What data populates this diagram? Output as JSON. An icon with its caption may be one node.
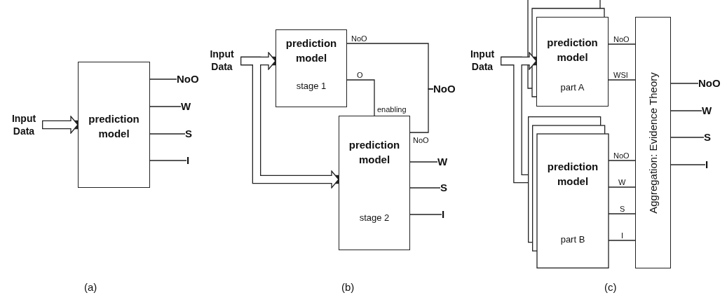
{
  "diagram": {
    "nodes": [
      {
        "text": [
          "Input Data"
        ]
      },
      {
        "text": [
          "prediction model"
        ]
      },
      {
        "text": [
          "NoO"
        ]
      },
      {
        "text": [
          "W"
        ]
      },
      {
        "text": [
          "S"
        ]
      },
      {
        "text": [
          "I"
        ]
      },
      {
        "text": [
          "Input Data"
        ]
      },
      {
        "text": [
          "prediction model",
          "stage 1"
        ]
      },
      {
        "text": [
          "prediction model",
          "stage 2"
        ]
      },
      {
        "text": [
          "NoO"
        ]
      },
      {
        "text": [
          "W"
        ]
      },
      {
        "text": [
          "S"
        ]
      },
      {
        "text": [
          "I"
        ]
      },
      {
        "text": [
          "Input Data"
        ]
      },
      {
        "text": [
          "prediction model",
          "part A"
        ]
      },
      {
        "text": [
          "prediction model",
          "part B"
        ]
      },
      {
        "text": [
          "Aggregation: Evidence Theory"
        ]
      },
      {
        "text": [
          "NoO"
        ]
      },
      {
        "text": [
          "W"
        ]
      },
      {
        "text": [
          "S"
        ]
      },
      {
        "text": [
          "I"
        ]
      }
    ],
    "edges": [
      {
        "from": 0,
        "to": 1,
        "arrow": "to",
        "style": "thick"
      },
      {
        "from": 1,
        "to": 2,
        "arrow": "none"
      },
      {
        "from": 1,
        "to": 3,
        "arrow": "none"
      },
      {
        "from": 1,
        "to": 4,
        "arrow": "none"
      },
      {
        "from": 1,
        "to": 5,
        "arrow": "none"
      },
      {
        "from": 6,
        "to": 7,
        "arrow": "to",
        "style": "thick"
      },
      {
        "from": 6,
        "to": 8,
        "arrow": "to",
        "style": "thick"
      },
      {
        "from": 7,
        "to": 9,
        "arrow": "none",
        "label": "NoO"
      },
      {
        "from": 8,
        "to": 9,
        "arrow": "none",
        "label": "NoO"
      },
      {
        "from": 7,
        "to": 8,
        "arrow": "none",
        "label": "O"
      },
      {
        "from": 8,
        "to": 10,
        "arrow": "none"
      },
      {
        "from": 8,
        "to": 11,
        "arrow": "none"
      },
      {
        "from": 8,
        "to": 12,
        "arrow": "none"
      },
      {
        "from": 13,
        "to": 14,
        "arrow": "to",
        "style": "thick"
      },
      {
        "from": 13,
        "to": 15,
        "arrow": "none",
        "style": "thick"
      },
      {
        "from": 14,
        "to": 16,
        "arrow": "none",
        "label": "NoO"
      },
      {
        "from": 14,
        "to": 16,
        "arrow": "none",
        "label": "WSI"
      },
      {
        "from": 15,
        "to": 16,
        "arrow": "none",
        "label": "NoO"
      },
      {
        "from": 15,
        "to": 16,
        "arrow": "none",
        "label": "W"
      },
      {
        "from": 15,
        "to": 16,
        "arrow": "none",
        "label": "S"
      },
      {
        "from": 15,
        "to": 16,
        "arrow": "none",
        "label": "I"
      },
      {
        "from": 16,
        "to": 17,
        "arrow": "none"
      },
      {
        "from": 16,
        "to": 18,
        "arrow": "none"
      },
      {
        "from": 16,
        "to": 19,
        "arrow": "none"
      },
      {
        "from": 16,
        "to": 20,
        "arrow": "none"
      }
    ],
    "labels": [
      "enabling",
      "(a)",
      "(b)",
      "(c)"
    ]
  }
}
